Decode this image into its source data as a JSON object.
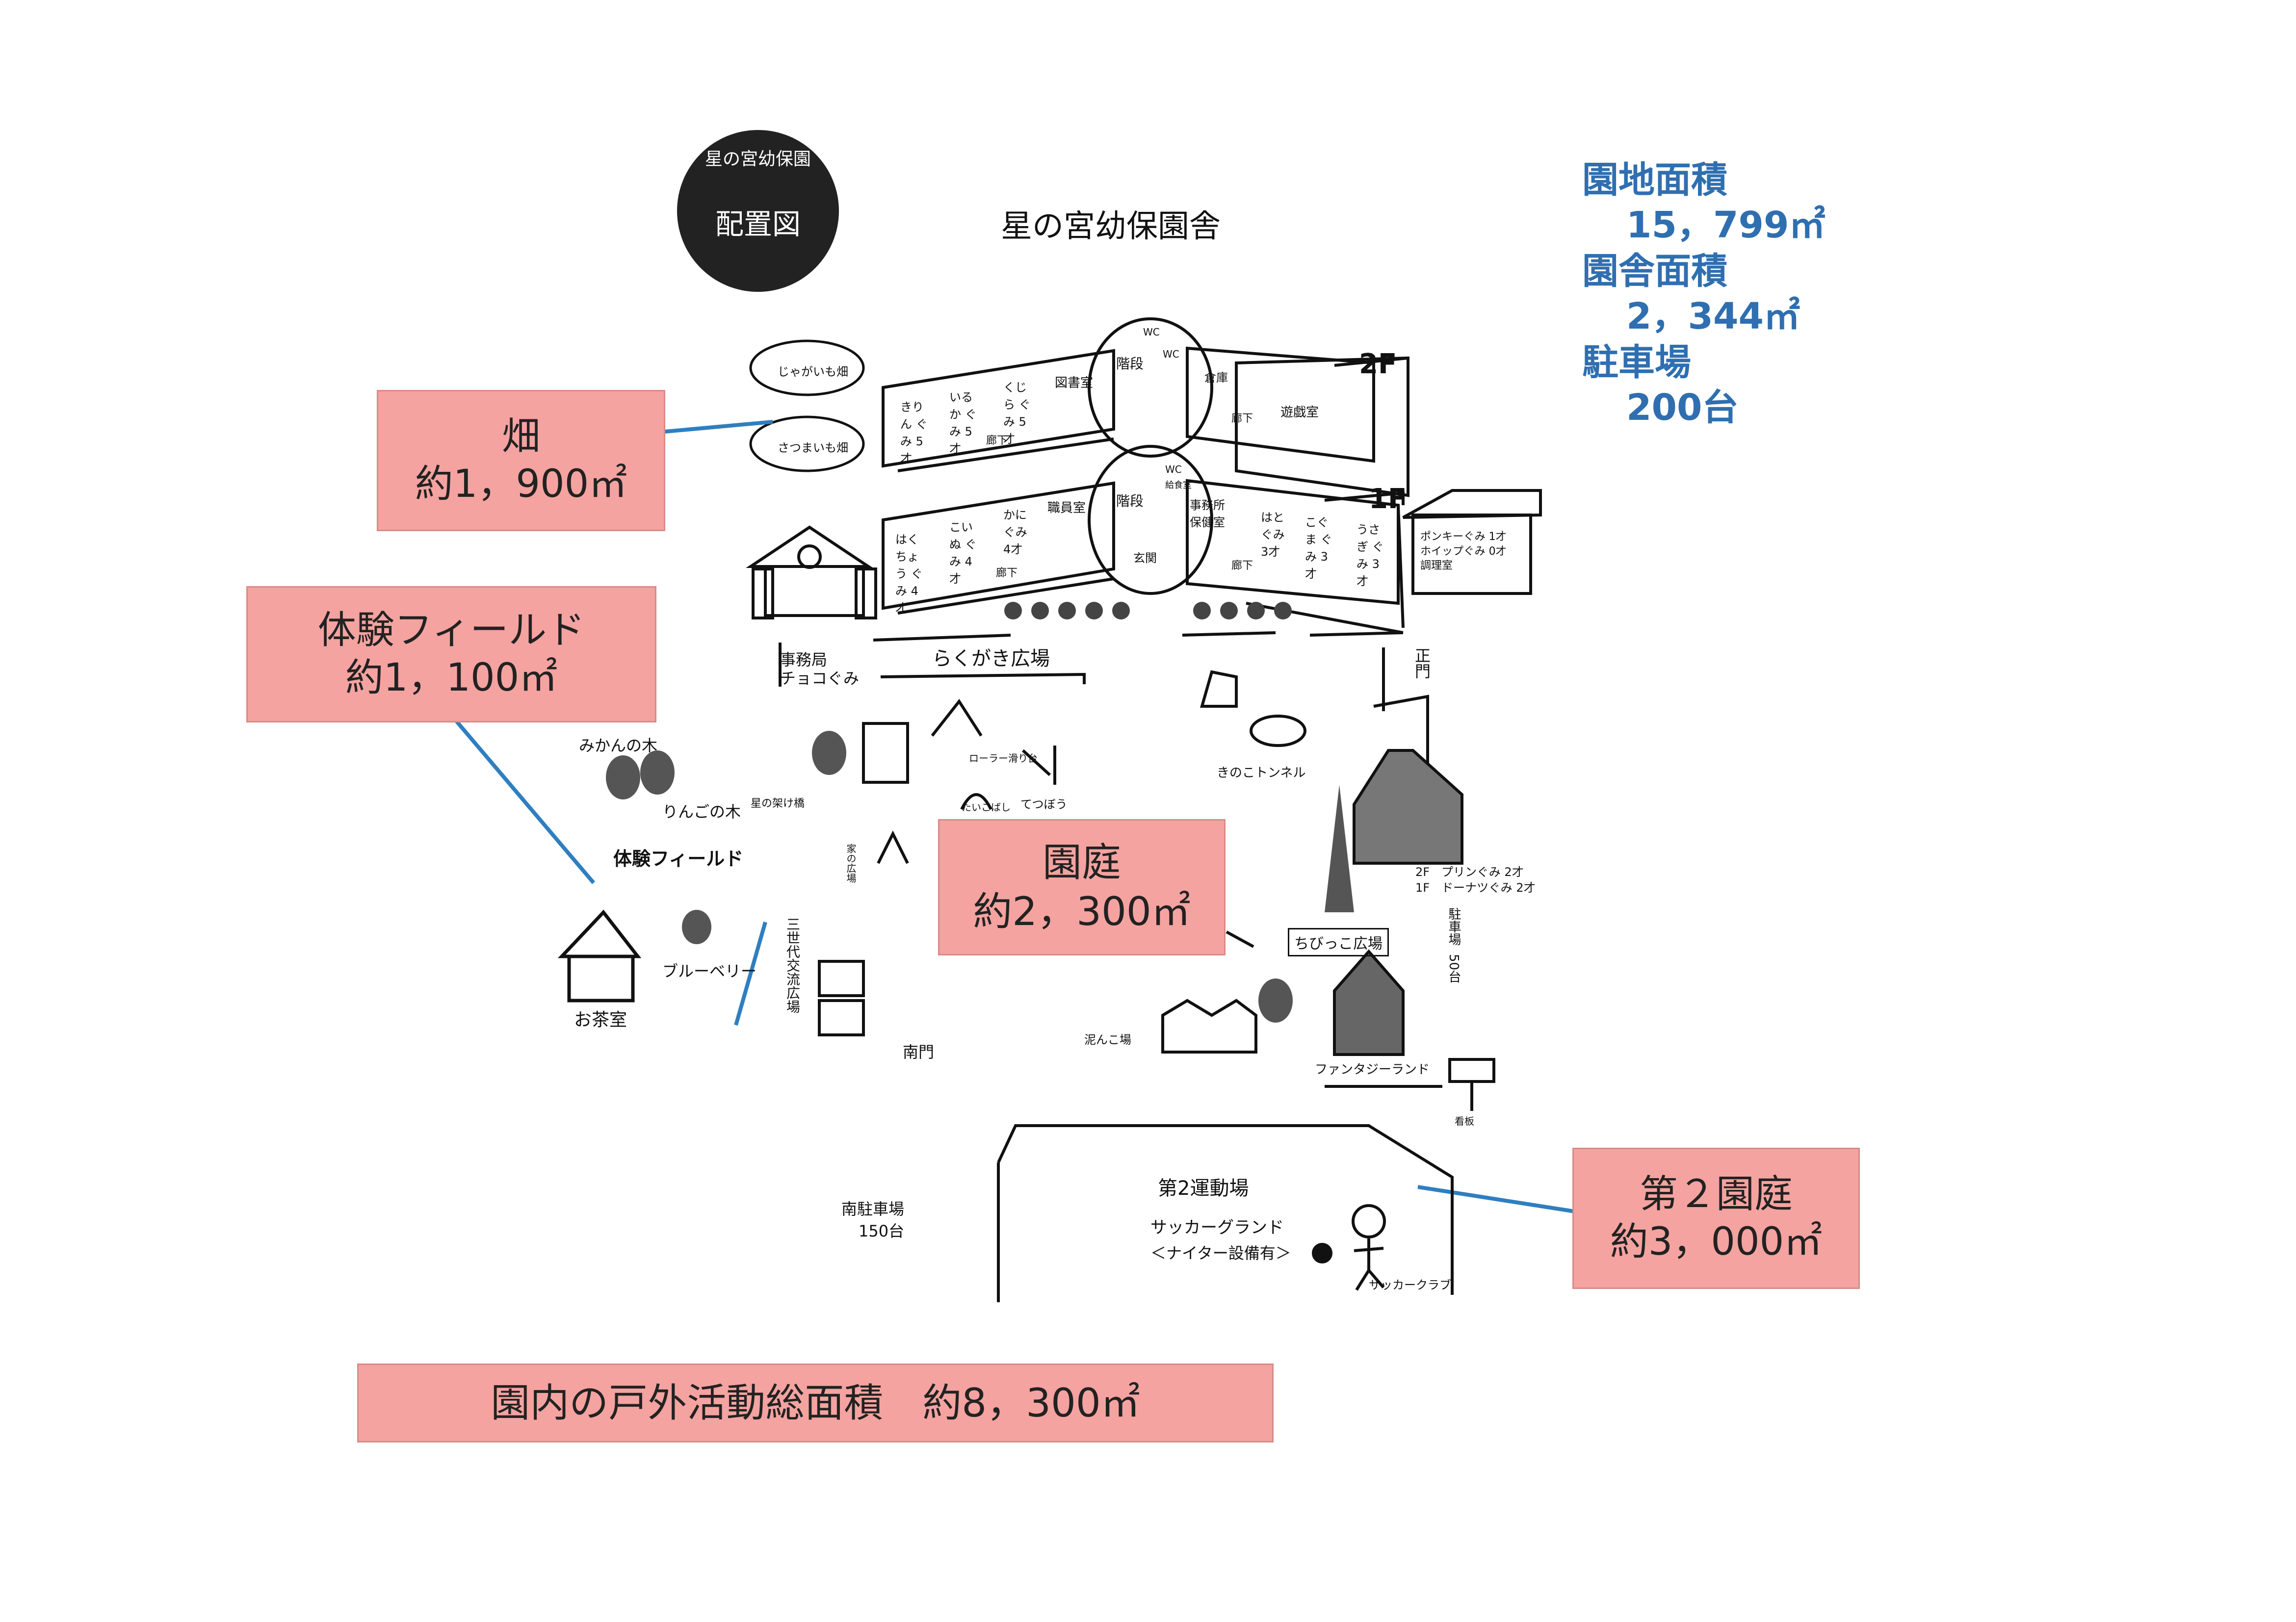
{
  "badge": {
    "top": "星の宮幼保園",
    "main": "配置図"
  },
  "building_title": "星の宮幼保園舎",
  "stats": {
    "site_label": "園地面積",
    "site_value": "15，799㎡",
    "building_label": "園舎面積",
    "building_value": "2，344㎡",
    "parking_label": "駐車場",
    "parking_value": "200台"
  },
  "callouts": {
    "hatake": {
      "title": "畑",
      "value": "約1，900㎡"
    },
    "taiken": {
      "title": "体験フィールド",
      "value": "約1，100㎡"
    },
    "entei": {
      "title": "園庭",
      "value": "約2，300㎡"
    },
    "dai2": {
      "title": "第２園庭",
      "value": "約3，000㎡"
    },
    "total": {
      "text": "園内の戸外活動総面積　約8，300㎡"
    }
  },
  "floor2": {
    "label": "2F",
    "rooms": [
      "きりん ぐみ 5才",
      "いるか ぐみ 5才",
      "くじら ぐみ 5才",
      "図書室",
      "階段",
      "WC",
      "WC",
      "倉庫",
      "遊戯室",
      "廊下",
      "廊下"
    ]
  },
  "floor1": {
    "label": "1F",
    "rooms": [
      "はくちょう ぐみ 4才",
      "こいぬ ぐみ 4才",
      "かに ぐみ 4才",
      "職員室",
      "階段",
      "WC",
      "給食室",
      "玄関",
      "事務所 保健室",
      "はと ぐみ 3才",
      "こぐま ぐみ 3才",
      "うさぎ ぐみ 3才",
      "廊下",
      "廊下"
    ]
  },
  "annex": {
    "line1": "ポンキーぐみ 1才",
    "line2": "ホイップぐみ 0才",
    "line3": "調理室"
  },
  "fields": {
    "potato": "じゃがいも畑",
    "sweetpotato": "さつまいも畑"
  },
  "places": {
    "jimukyoku": "事務局",
    "choco": "チョコぐみ",
    "rakugaki": "らくがき広場",
    "mikan": "みかんの木",
    "ringo": "りんごの木",
    "hoshi_bridge": "星の架け橋",
    "taiken_field": "体験フィールド",
    "blueberry": "ブルーベリー",
    "ochashitsu": "お茶室",
    "sansedai": "三世代交流広場",
    "ie_hiroba": "家の広場",
    "roller": "ローラー滑り台",
    "taikobashi": "たいこばし",
    "tetsubo": "てつぼう",
    "kinoko": "きのこトンネル",
    "seimon": "正門",
    "nanmon": "南門",
    "chibikko": "ちびっこ広場",
    "purin": "2F　プリンぐみ 2才",
    "donut": "1F　ドーナツぐみ 2才",
    "parking50a": "駐車場",
    "parking50b": "50台",
    "fantasy": "ファンタジーランド",
    "doronko": "泥んこ場",
    "kanban": "看板",
    "minami_parking": "南駐車場",
    "minami_parking_cap": "150台",
    "undojo": "第2運動場",
    "soccer": "サッカーグランド",
    "nighter": "＜ナイター設備有＞",
    "soccer_club": "サッカークラブ"
  }
}
